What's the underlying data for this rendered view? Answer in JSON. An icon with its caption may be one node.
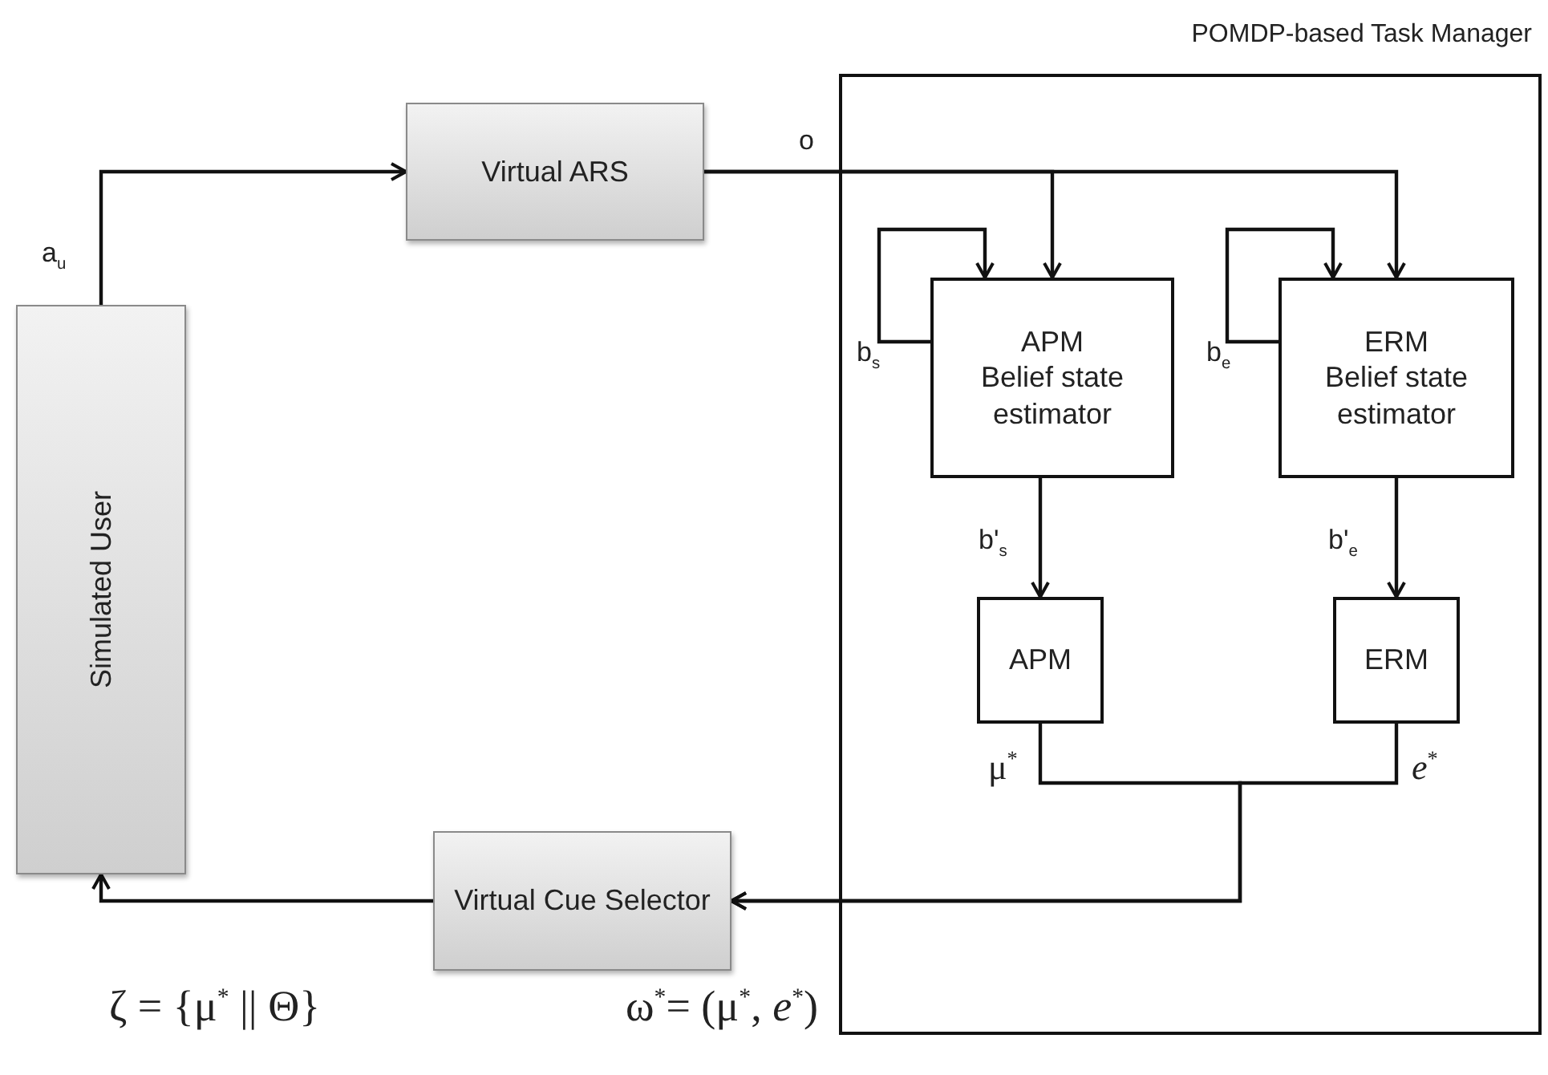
{
  "diagram": {
    "nodes": [
      {
        "text": [
          "Simulated User"
        ]
      },
      {
        "text": [
          "Virtual ARS"
        ]
      },
      {
        "text": [
          "POMDP-based Task Manager"
        ]
      },
      {
        "text": [
          "APM",
          "Belief state estimator"
        ],
        "in": 2
      },
      {
        "text": [
          "ERM",
          "Belief state estimator"
        ],
        "in": 2
      },
      {
        "text": [
          "APM"
        ],
        "in": 2
      },
      {
        "text": [
          "ERM"
        ],
        "in": 2
      },
      {
        "text": [
          "Virtual Cue Selector"
        ]
      }
    ],
    "edges": [
      {
        "from": 0,
        "to": 1,
        "arrow": "to",
        "label": "a$_{u}$"
      },
      {
        "from": 1,
        "to": 3,
        "arrow": "to",
        "label": "o"
      },
      {
        "from": 1,
        "to": 4,
        "arrow": "to"
      },
      {
        "from": 3,
        "to": 3,
        "arrow": "to",
        "label": "b$_{s}$"
      },
      {
        "from": 4,
        "to": 4,
        "arrow": "to",
        "label": "b$_{e}$"
      },
      {
        "from": 3,
        "to": 5,
        "arrow": "to",
        "label": "b'$_{s}$"
      },
      {
        "from": 4,
        "to": 6,
        "arrow": "to",
        "label": "b'$_{e}$"
      },
      {
        "from": 5,
        "to": 7,
        "arrow": "to",
        "label": "μ$^{*}$"
      },
      {
        "from": 6,
        "to": 7,
        "arrow": "to",
        "label": "*e*$^{*}$"
      },
      {
        "from": 7,
        "to": 0,
        "arrow": "to"
      }
    ],
    "labels": [
      "ζ = {μ$^{*}$ || Θ}",
      "ω$^{*}$= (μ$^{*}$, *e*$^{*}$)"
    ]
  }
}
